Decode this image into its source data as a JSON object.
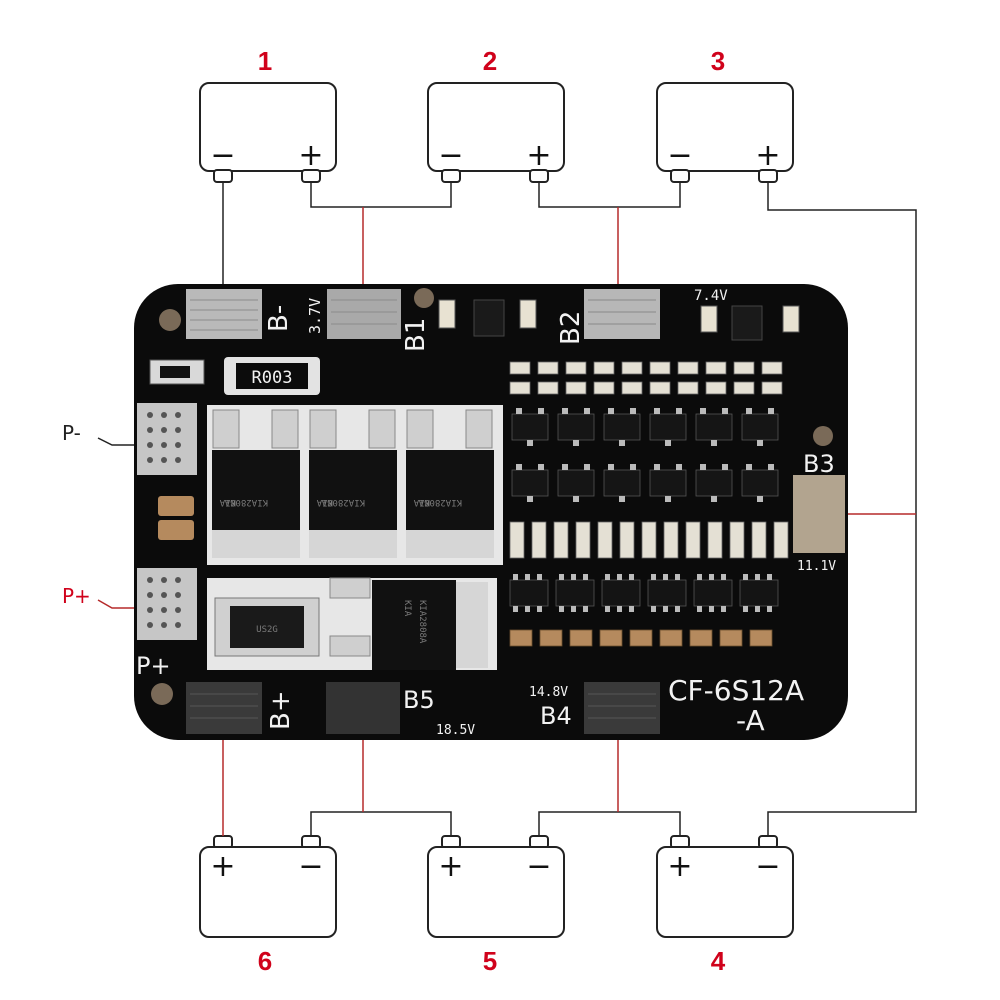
{
  "cells": {
    "top": [
      {
        "number": "1",
        "neg": "−",
        "pos": "+"
      },
      {
        "number": "2",
        "neg": "−",
        "pos": "+"
      },
      {
        "number": "3",
        "neg": "−",
        "pos": "+"
      }
    ],
    "bottom": [
      {
        "number": "6",
        "pos": "+",
        "neg": "−"
      },
      {
        "number": "5",
        "pos": "+",
        "neg": "−"
      },
      {
        "number": "4",
        "pos": "+",
        "neg": "−"
      }
    ]
  },
  "side_labels": {
    "p_minus": "P-",
    "p_plus": "P+"
  },
  "board": {
    "model": "CF-6S12A",
    "model_suffix": "-A",
    "pads": {
      "b_minus": "B-",
      "b1": "B1",
      "b2": "B2",
      "b3": "B3",
      "b4": "B4",
      "b5": "B5",
      "b_plus": "B+",
      "p_plus": "P+"
    },
    "voltages": {
      "v37": "3.7V",
      "v74": "7.4V",
      "v111": "11.1V",
      "v148": "14.8V",
      "v185": "18.5V"
    },
    "components": {
      "shunt": "R003",
      "diode": "US2G",
      "mosfet_mark": "KIA",
      "mosfet_code": "KIA2808A"
    }
  },
  "colors": {
    "label_red": "#d0021b",
    "pcb_black": "#0b0b0b",
    "silkscreen": "#f2f2f2",
    "wire_red": "#b52a2a"
  }
}
